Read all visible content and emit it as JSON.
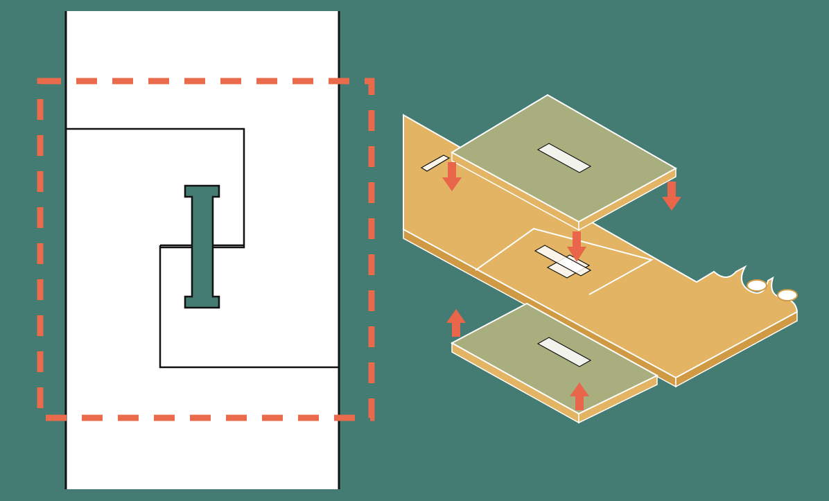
{
  "diagram": {
    "subject": "interlocking-panel-joint",
    "views": [
      "plan-view",
      "isometric-exploded-view"
    ],
    "colors": {
      "background": "#447B73",
      "paper": "#FFFFFF",
      "outline": "#111111",
      "accent_dash": "#EA6B4B",
      "connector": "#447B73",
      "main_plank": "#E2B463",
      "plank_edge": "#D09A45",
      "top_plate": "#A8AE7E",
      "plate_edge": "#E2B463",
      "arrow": "#E9664A",
      "edge_line": "#FFFFFF"
    },
    "arrows": [
      {
        "name": "arrow-down-left-slot",
        "direction": "down"
      },
      {
        "name": "arrow-down-right-plate",
        "direction": "down"
      },
      {
        "name": "arrow-down-center",
        "direction": "down"
      },
      {
        "name": "arrow-up-left",
        "direction": "up"
      },
      {
        "name": "arrow-up-bottom-plate",
        "direction": "up"
      }
    ]
  }
}
